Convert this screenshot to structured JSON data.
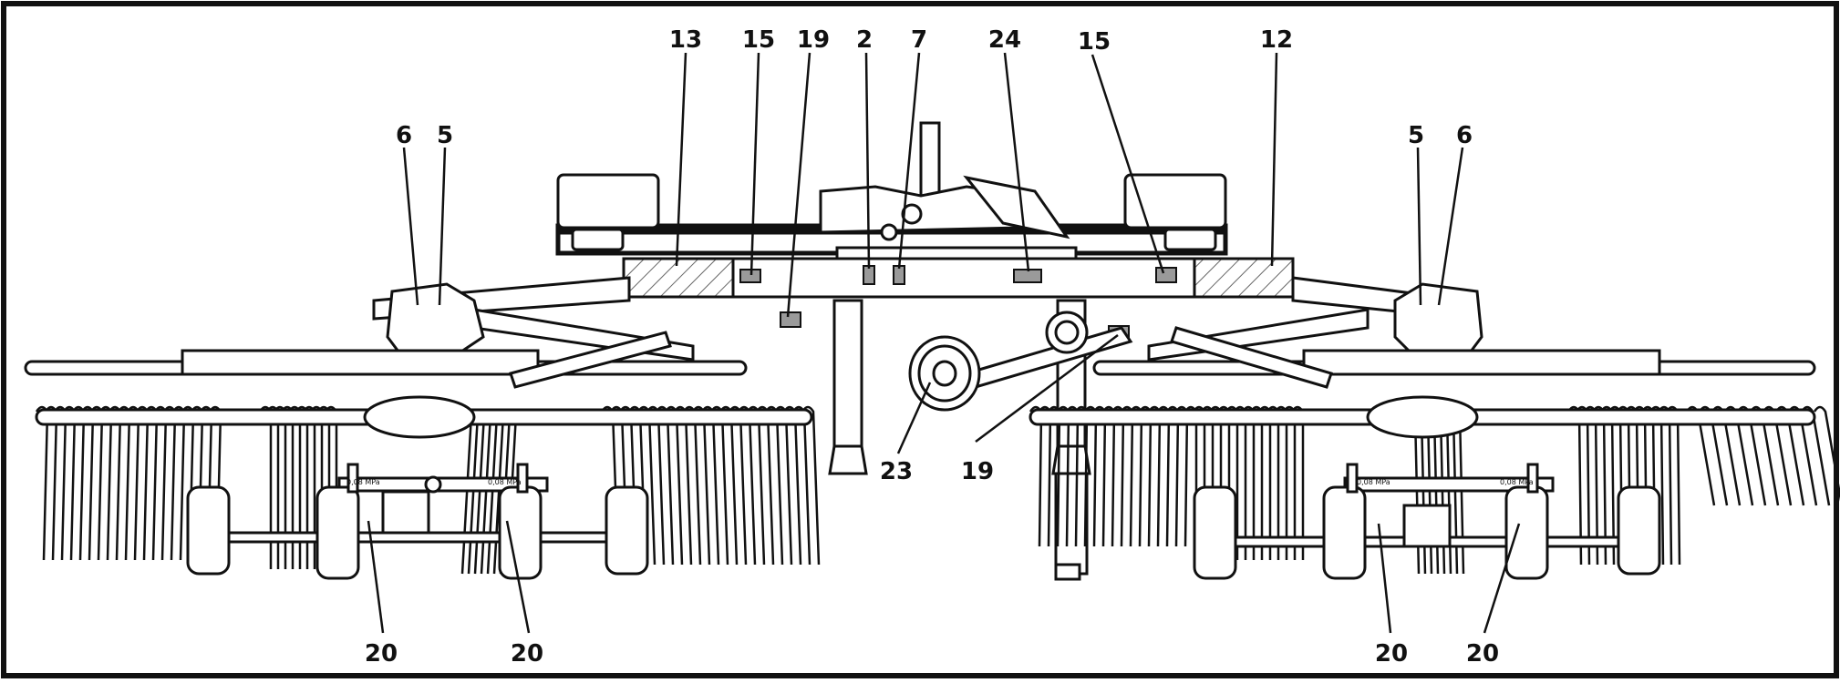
{
  "diagram": {
    "callouts": {
      "c13": "13",
      "c15a": "15",
      "c19a": "19",
      "c2": "2",
      "c7": "7",
      "c24": "24",
      "c15b": "15",
      "c12": "12",
      "c6l": "6",
      "c5l": "5",
      "c5r": "5",
      "c6r": "6",
      "c23": "23",
      "c19b": "19",
      "c20a": "20",
      "c20b": "20",
      "c20c": "20",
      "c20d": "20"
    },
    "tire_pressure_label": "0,08 MPa",
    "line_color": "#111111",
    "hatch_color": "#555555",
    "sticker_color": "#9a9a9a"
  }
}
